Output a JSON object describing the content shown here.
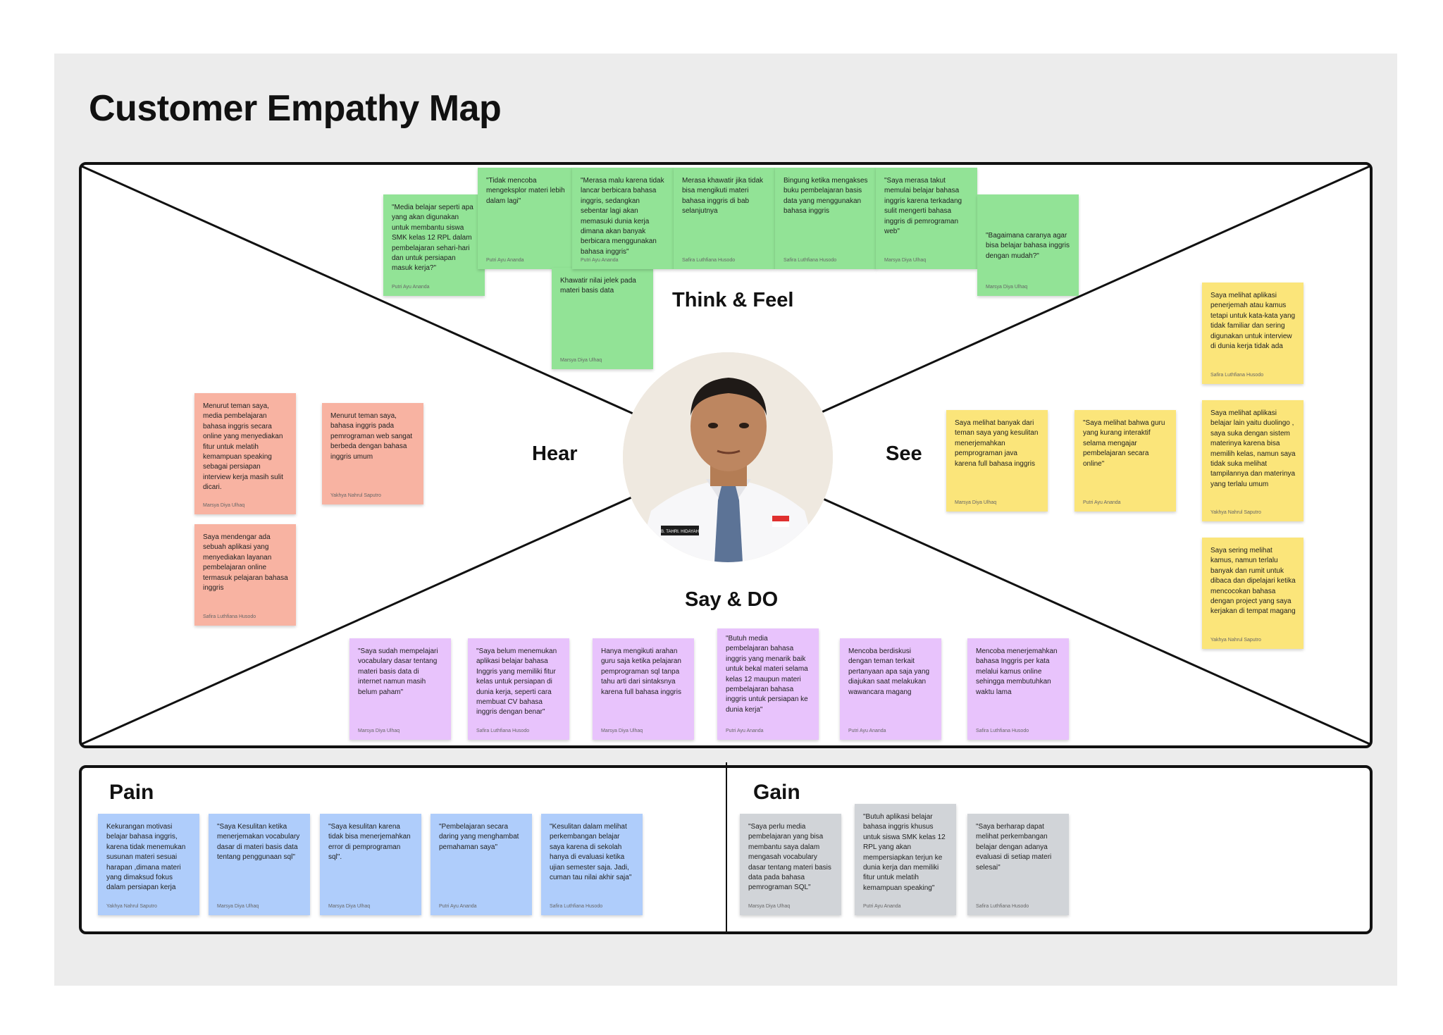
{
  "title": "Customer Empathy Map",
  "quadrants": {
    "think_feel": "Think & Feel",
    "hear": "Hear",
    "see": "See",
    "say_do": "Say & DO"
  },
  "sections": {
    "pain": "Pain",
    "gain": "Gain"
  },
  "persona": {
    "name_tag": "B. TAHRI. HIDAYAH"
  },
  "colors": {
    "think_feel": "#92e396",
    "hear": "#f8b3a2",
    "see": "#fbe57a",
    "say_do": "#e8c3fc",
    "pain": "#afcdfb",
    "gain": "#d1d4d8"
  },
  "think_feel_notes": [
    {
      "text": "\"Media belajar seperti apa yang akan digunakan untuk membantu siswa SMK kelas 12 RPL dalam pembelajaran sehari-hari dan untuk persiapan masuk kerja?\"",
      "author": "Putri Ayu Ananda"
    },
    {
      "text": "\"Tidak mencoba mengeksplor materi lebih dalam lagi\"",
      "author": "Putri Ayu Ananda"
    },
    {
      "text": "\"Merasa malu karena tidak lancar berbicara bahasa inggris, sedangkan sebentar lagi akan memasuki dunia kerja dimana akan banyak berbicara menggunakan bahasa inggris\"",
      "author": "Putri Ayu Ananda"
    },
    {
      "text": "Khawatir nilai jelek pada materi basis data",
      "author": "Marsya Diya Ulhaq"
    },
    {
      "text": "Merasa khawatir jika tidak bisa mengikuti materi bahasa inggris  di bab selanjutnya",
      "author": "Safira Luthfiana Husodo"
    },
    {
      "text": "Bingung ketika mengakses buku pembelajaran basis data yang menggunakan bahasa inggris",
      "author": "Safira Luthfiana Husodo"
    },
    {
      "text": "\"Saya merasa takut memulai belajar bahasa inggris karena terkadang sulit mengerti bahasa inggris di pemrograman web\"",
      "author": "Marsya Diya Ulhaq"
    },
    {
      "text": "\"Bagaimana caranya agar bisa belajar bahasa inggris dengan mudah?\"",
      "author": "Marsya Diya Ulhaq"
    }
  ],
  "hear_notes": [
    {
      "text": "Menurut teman saya, media pembelajaran bahasa inggris secara online yang menyediakan fitur untuk melatih kemampuan speaking sebagai persiapan interview kerja masih sulit dicari.",
      "author": "Marsya Diya Ulhaq"
    },
    {
      "text": "Menurut teman saya, bahasa inggris pada pemrograman web sangat berbeda dengan bahasa inggris umum",
      "author": "Yakhya Nahrul Saputro"
    },
    {
      "text": "Saya mendengar ada sebuah aplikasi yang menyediakan layanan pembelajaran online termasuk pelajaran bahasa inggris",
      "author": "Safira Luthfiana Husodo"
    }
  ],
  "see_notes": [
    {
      "text": "Saya melihat aplikasi penerjemah atau kamus tetapi untuk kata-kata yang tidak familiar dan sering digunakan untuk interview di dunia kerja tidak ada",
      "author": "Safira Luthfiana Husodo"
    },
    {
      "text": "Saya melihat banyak dari teman saya yang kesulitan menerjemahkan pemprograman java karena full bahasa inggris",
      "author": "Marsya Diya Ulhaq"
    },
    {
      "text": "\"Saya melihat bahwa guru yang kurang interaktif selama mengajar pembelajaran secara online\"",
      "author": "Putri Ayu Ananda"
    },
    {
      "text": "Saya melihat aplikasi belajar lain yaitu duolingo , saya suka dengan sistem materinya karena bisa memilih kelas, namun saya tidak suka melihat tampilannya dan materinya yang terlalu umum",
      "author": "Yakhya Nahrul Saputro"
    },
    {
      "text": "Saya sering melihat kamus, namun terlalu banyak dan rumit untuk dibaca dan dipelajari ketika mencocokan bahasa dengan project yang saya kerjakan di tempat magang",
      "author": "Yakhya Nahrul Saputro"
    }
  ],
  "say_do_notes": [
    {
      "text": "\"Saya sudah mempelajari vocabulary dasar tentang materi basis data di internet namun masih belum paham\"",
      "author": "Marsya Diya Ulhaq"
    },
    {
      "text": "\"Saya belum menemukan aplikasi belajar bahasa Inggris yang memiliki fitur kelas untuk persiapan di dunia kerja, seperti cara membuat CV bahasa inggris dengan benar\"",
      "author": "Safira Luthfiana Husodo"
    },
    {
      "text": "Hanya mengikuti arahan guru saja ketika pelajaran pemprograman sql tanpa tahu arti dari sintaksnya karena full  bahasa inggris",
      "author": "Marsya Diya Ulhaq"
    },
    {
      "text": "\"Butuh media pembelajaran bahasa inggris yang menarik baik untuk bekal materi selama kelas 12 maupun materi pembelajaran bahasa inggris untuk persiapan ke dunia kerja\"",
      "author": "Putri Ayu Ananda"
    },
    {
      "text": "Mencoba berdiskusi dengan teman terkait pertanyaan apa saja yang diajukan saat melakukan wawancara magang",
      "author": "Putri Ayu Ananda"
    },
    {
      "text": "Mencoba menerjemahkan bahasa Inggris per kata melalui kamus online sehingga membutuhkan waktu lama",
      "author": "Safira Luthfiana Husodo"
    }
  ],
  "pain_notes": [
    {
      "text": "Kekurangan motivasi belajar bahasa inggris, karena tidak menemukan susunan materi sesuai harapan ,dimana materi yang dimaksud fokus dalam persiapan kerja",
      "author": "Yakhya Nahrul Saputro"
    },
    {
      "text": "\"Saya Kesulitan ketika menerjemakan vocabulary dasar di materi basis data tentang penggunaan sql\"",
      "author": "Marsya Diya Ulhaq"
    },
    {
      "text": "\"Saya kesulitan karena tidak bisa menerjemahkan error di pemprograman sql\".",
      "author": "Marsya Diya Ulhaq"
    },
    {
      "text": "\"Pembelajaran secara daring yang menghambat pemahaman saya\"",
      "author": "Putri Ayu Ananda"
    },
    {
      "text": "\"Kesulitan dalam melihat perkembangan belajar saya karena di sekolah hanya di evaluasi ketika ujian semester saja. Jadi, cuman tau nilai akhir saja\"",
      "author": "Safira Luthfiana Husodo"
    }
  ],
  "gain_notes": [
    {
      "text": "\"Saya perlu media pembelajaran yang bisa membantu saya dalam mengasah vocabulary dasar tentang materi basis data pada bahasa pemrograman SQL\"",
      "author": "Marsya Diya Ulhaq"
    },
    {
      "text": "\"Butuh aplikasi belajar bahasa inggris khusus untuk siswa SMK kelas 12 RPL yang akan mempersiapkan terjun ke dunia kerja dan memiliki fitur untuk melatih kemampuan speaking\"",
      "author": "Putri Ayu Ananda"
    },
    {
      "text": "\"Saya berharap dapat melihat perkembangan belajar dengan adanya evaluasi di setiap materi selesai\"",
      "author": "Safira Luthfiana Husodo"
    }
  ]
}
